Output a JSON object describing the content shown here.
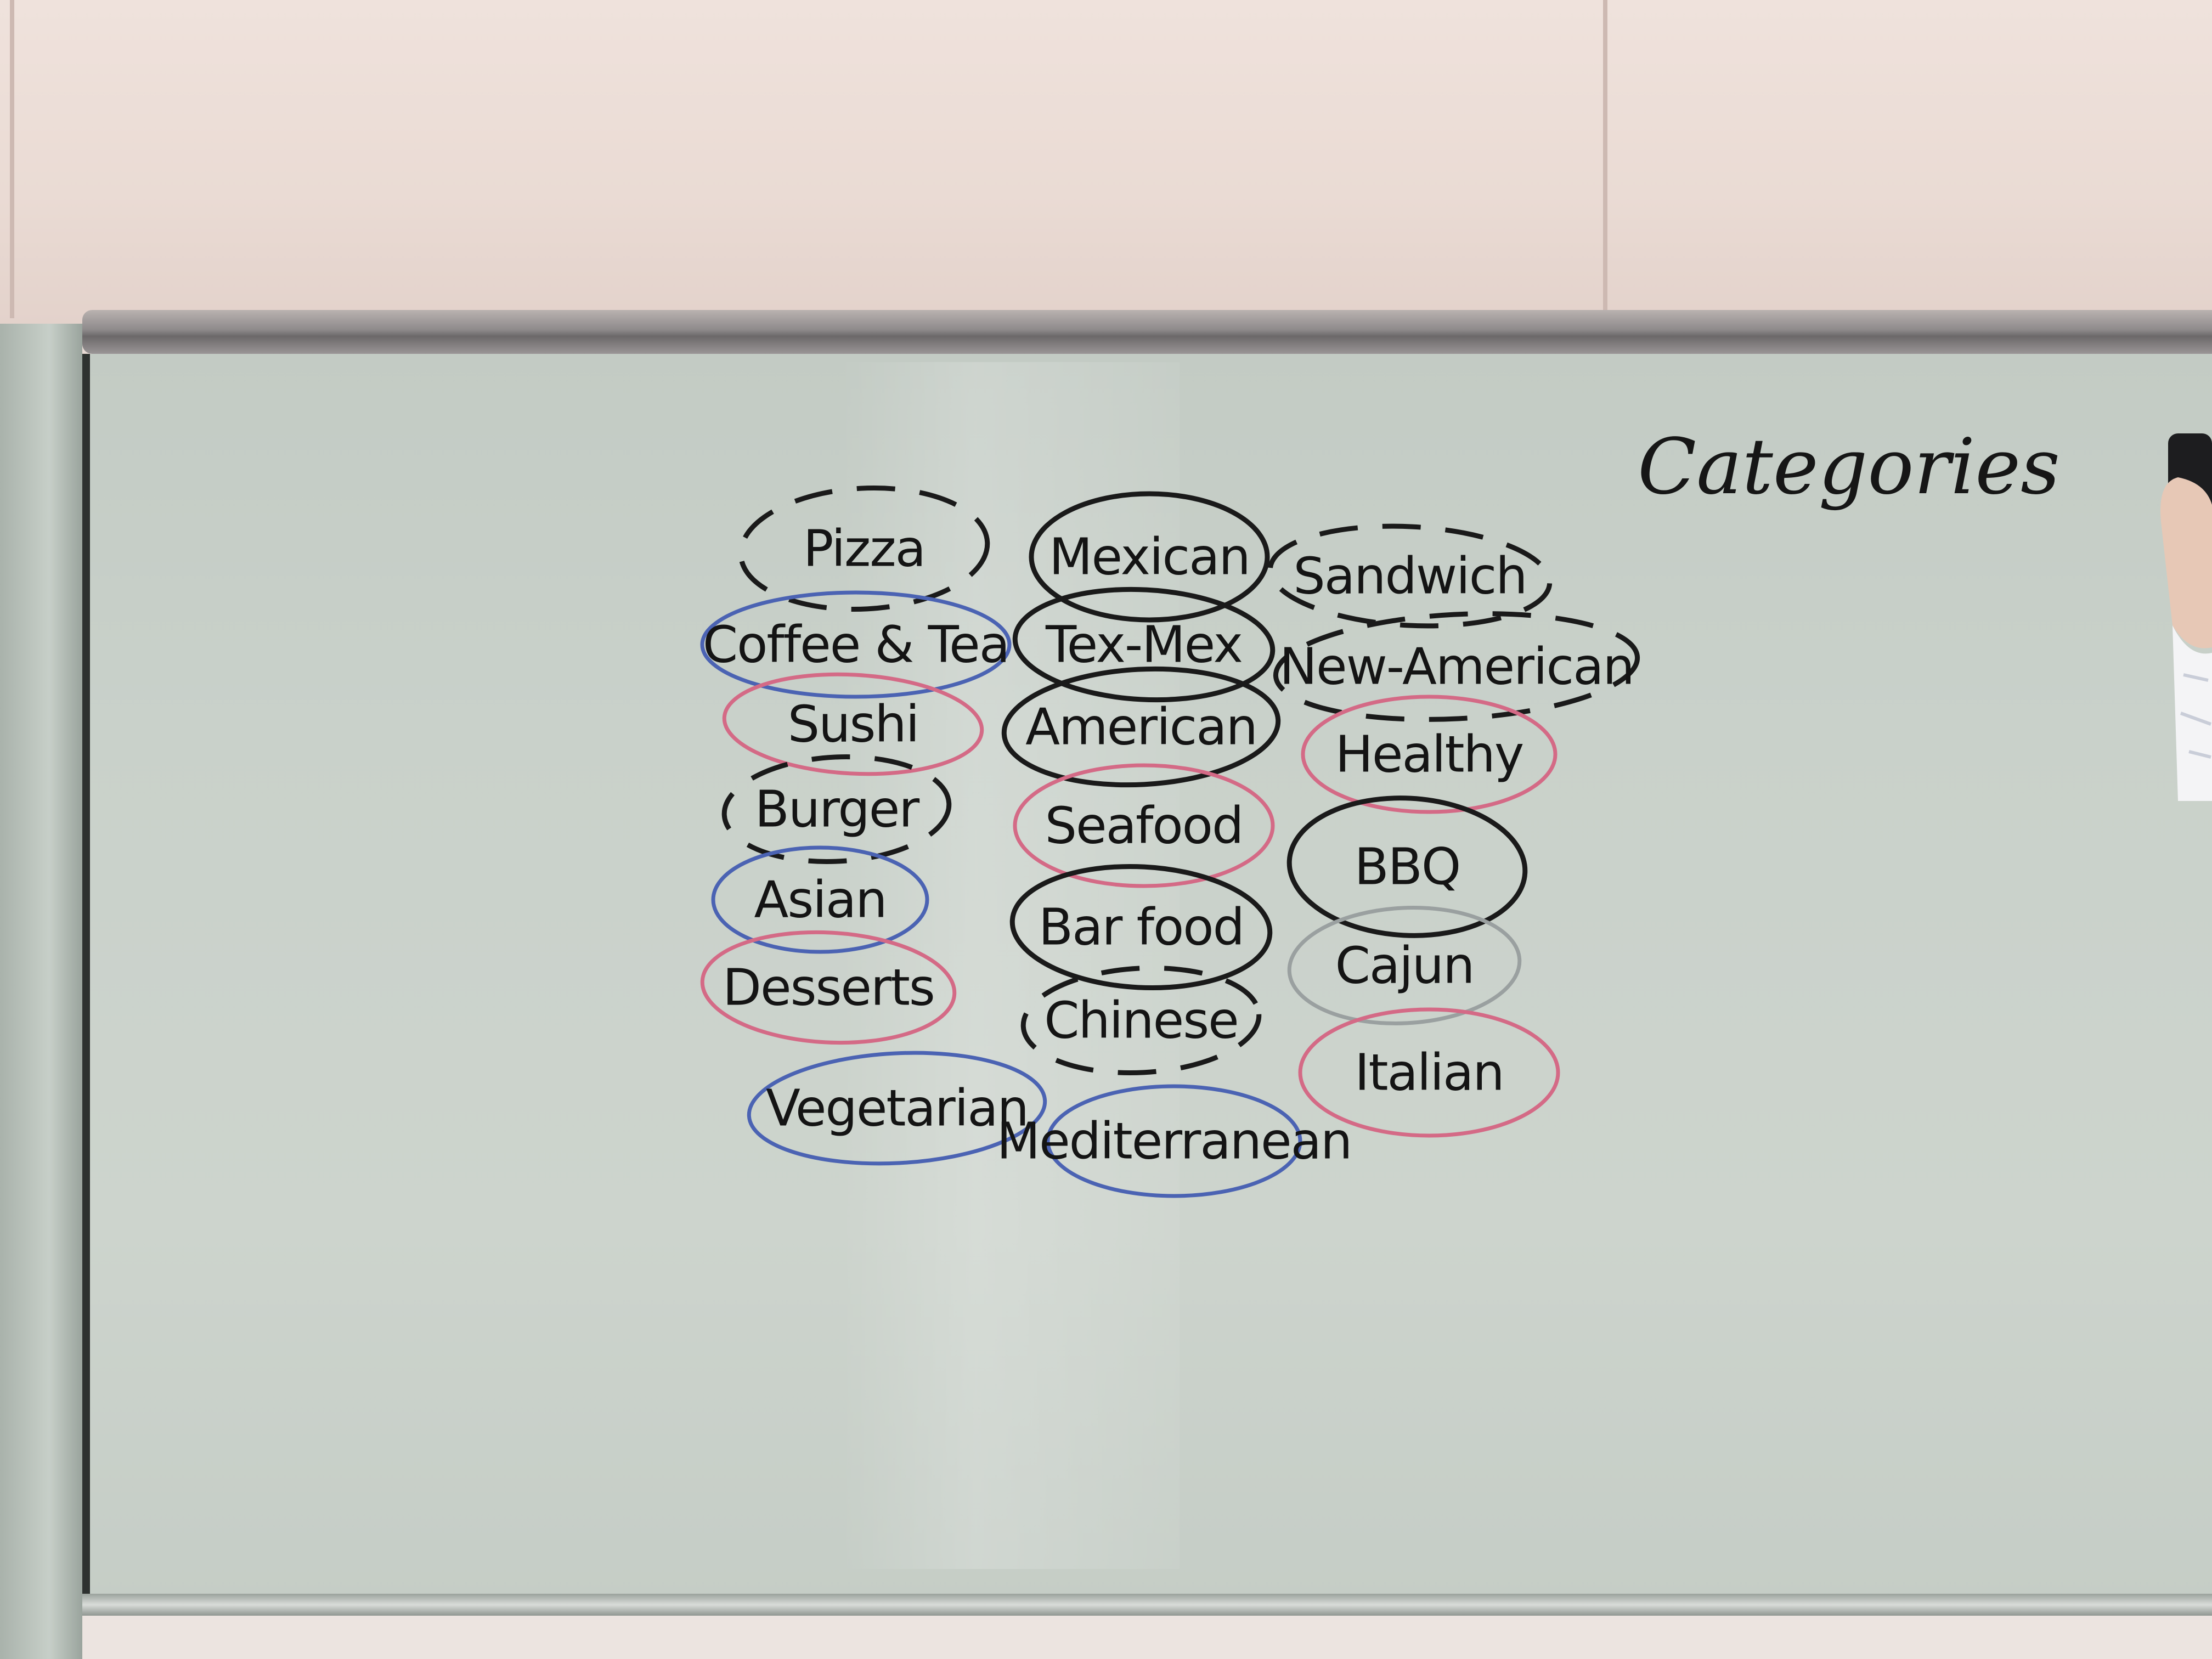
{
  "board": {
    "title": "Categories",
    "categories": [
      {
        "label": "Pizza",
        "circle": "black-dashed"
      },
      {
        "label": "Coffee & Tea",
        "circle": "blue"
      },
      {
        "label": "Sushi",
        "circle": "pink"
      },
      {
        "label": "Burger",
        "circle": "black-dashed"
      },
      {
        "label": "Asian",
        "circle": "blue"
      },
      {
        "label": "Desserts",
        "circle": "pink"
      },
      {
        "label": "Vegetarian",
        "circle": "blue"
      },
      {
        "label": "Mexican",
        "circle": "black"
      },
      {
        "label": "Tex-Mex",
        "circle": "black"
      },
      {
        "label": "American",
        "circle": "black"
      },
      {
        "label": "Seafood",
        "circle": "pink"
      },
      {
        "label": "Bar food",
        "circle": "black"
      },
      {
        "label": "Chinese",
        "circle": "black-dashed"
      },
      {
        "label": "Mediterranean",
        "circle": "blue"
      },
      {
        "label": "Sandwich",
        "circle": "black-dashed"
      },
      {
        "label": "New-American",
        "circle": "black-dashed"
      },
      {
        "label": "Healthy",
        "circle": "pink"
      },
      {
        "label": "BBQ",
        "circle": "black"
      },
      {
        "label": "Cajun",
        "circle": "gray"
      },
      {
        "label": "Italian",
        "circle": "pink"
      }
    ]
  },
  "colors": {
    "black": "#1a1a1a",
    "blue": "#4b63b3",
    "pink": "#d46a86",
    "gray": "#9aa0a0"
  }
}
